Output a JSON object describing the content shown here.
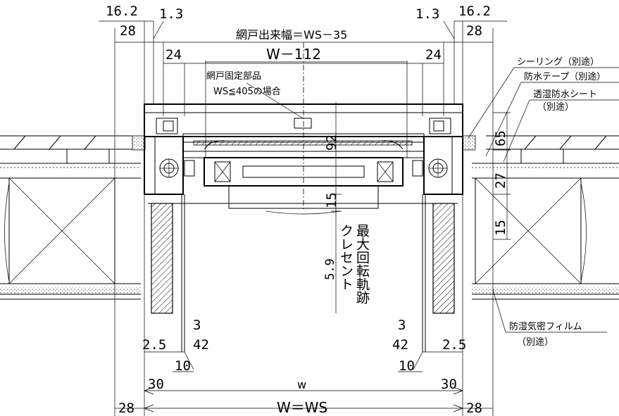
{
  "dimensions": {
    "top_left_16_2": "16.2",
    "top_left_28": "28",
    "top_left_1_3": "1.3",
    "top_right_1_3": "1.3",
    "top_right_16_2": "16.2",
    "top_right_28": "28",
    "net_width": "網戸出来幅＝WS－35",
    "w_minus_112": "W－112",
    "left_24": "24",
    "right_24": "24",
    "dim_92": "92",
    "dim_65": "65",
    "dim_27": "27",
    "dim_15_center": "15",
    "dim_15_right": "15",
    "dim_5_9": "5.9",
    "left_2_5": "2.5",
    "right_2_5": "2.5",
    "left_3": "3",
    "right_3": "3",
    "left_42": "42",
    "right_42": "42",
    "left_10": "10",
    "right_10": "10",
    "left_30": "30",
    "right_30": "30",
    "w_lower": "w",
    "w_eq_ws": "W＝WS",
    "bottom_left_28": "28",
    "bottom_right_28": "28"
  },
  "labels": {
    "fixing_part_line1": "網戸固定部品",
    "fixing_part_line2": "WS≦405の場合",
    "crescent_line1": "クレセント",
    "crescent_line2": "最大回転軌跡",
    "sealing": "シーリング（別途）",
    "waterproof_tape": "防水テープ（別途）",
    "breathable_sheet": "透湿防水シート",
    "breathable_sheet_note": "（別途）",
    "vapor_film": "防湿気密フィルム",
    "vapor_film_note": "（別途）"
  }
}
